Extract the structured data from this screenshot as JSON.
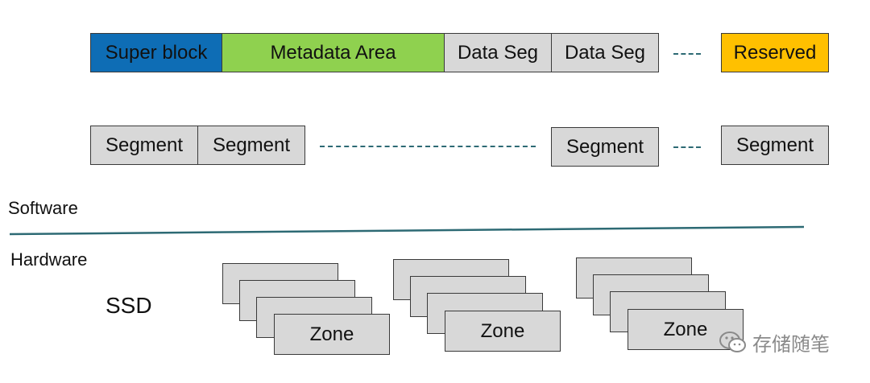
{
  "layout_row": {
    "super_block": "Super block",
    "metadata_area": "Metadata Area",
    "data_seg_1": "Data Seg",
    "data_seg_2": "Data Seg",
    "reserved": "Reserved"
  },
  "segment_row": {
    "segment_1": "Segment",
    "segment_2": "Segment",
    "segment_3": "Segment",
    "segment_4": "Segment"
  },
  "labels": {
    "software": "Software",
    "hardware": "Hardware",
    "ssd": "SSD"
  },
  "zone_label": "Zone",
  "watermark": "存储随笔",
  "colors": {
    "super_block": "#0e6db5",
    "metadata_area": "#8fd14f",
    "reserved": "#ffc000",
    "gray_box": "#d8d8d8",
    "divider": "#2d6a74"
  }
}
